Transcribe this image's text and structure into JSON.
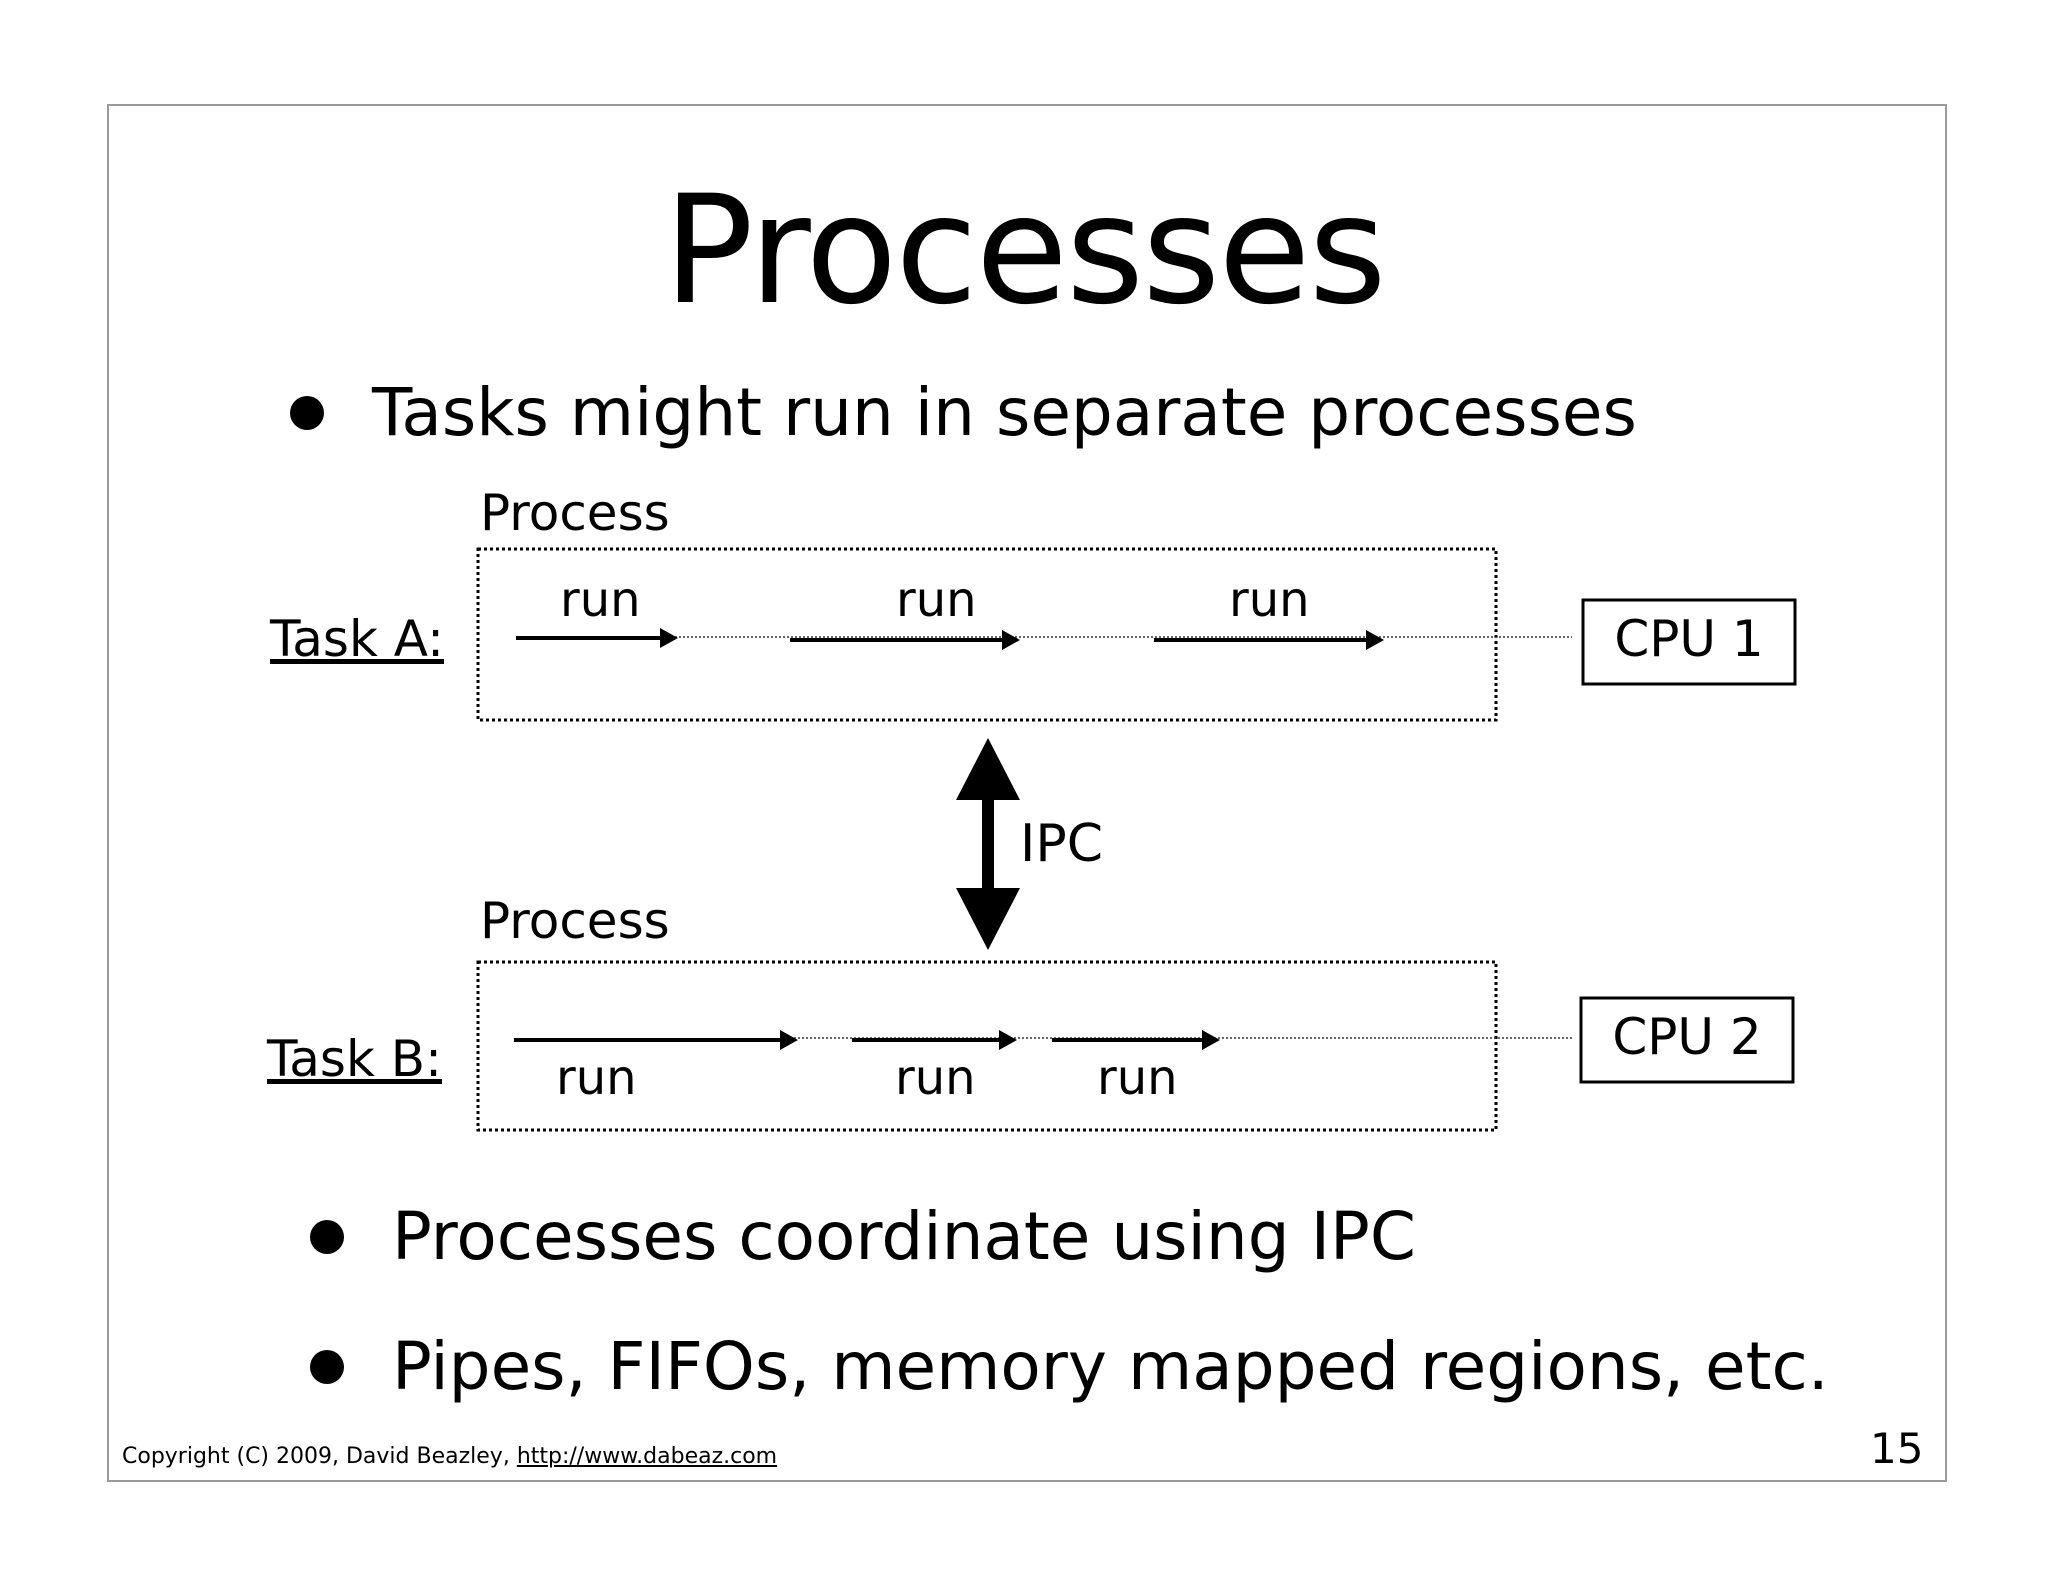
{
  "slide": {
    "title": "Processes",
    "bullets": [
      "Tasks might run in separate processes",
      "Processes coordinate using IPC",
      "Pipes, FIFOs, memory mapped regions, etc."
    ],
    "footer": {
      "copyright": "Copyright (C) 2009,  David Beazley, ",
      "link": "http://www.dabeaz.com"
    },
    "page_number": "15"
  },
  "diagram": {
    "process_a": {
      "label": "Process",
      "task_label": "Task A:",
      "run_labels": [
        "run",
        "run",
        "run"
      ],
      "cpu_label": "CPU 1"
    },
    "process_b": {
      "label": "Process",
      "task_label": "Task B:",
      "run_labels": [
        "run",
        "run",
        "run"
      ],
      "cpu_label": "CPU 2"
    },
    "ipc_label": "IPC"
  }
}
